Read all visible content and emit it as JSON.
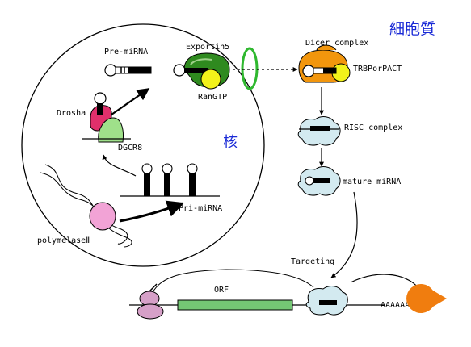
{
  "compartments": {
    "cytoplasm": "細胞質",
    "nucleus": "核"
  },
  "labels": {
    "pre_mirna": "Pre-miRNA",
    "exportin5": "Exportin5",
    "rangtp": "RanGTP",
    "drosha": "Drosha",
    "dgcr8": "DGCR8",
    "pri_mirna": "Pri-miRNA",
    "polymerase": "polymelaseⅡ",
    "dicer_complex": "Dicer complex",
    "trbp": "TRBPorPACT",
    "risc_complex": "RISC complex",
    "mature_mirna": "mature miRNA",
    "targeting": "Targeting",
    "orf": "ORF",
    "polya": "AAAAAAAAA"
  },
  "colors": {
    "compartment_text": "#1a2ad6",
    "drosha": "#e0306b",
    "dgcr8": "#9fe08a",
    "polymerase": "#f2a3d6",
    "exportin": "#2f8a1f",
    "rangtp": "#f2f21a",
    "pore": "#2fb82f",
    "dicer": "#f2960d",
    "risc": "#d3eaf0",
    "ribosome": "#d6a0c8",
    "orf_box": "#74c774",
    "pacman": "#f07d0f"
  }
}
